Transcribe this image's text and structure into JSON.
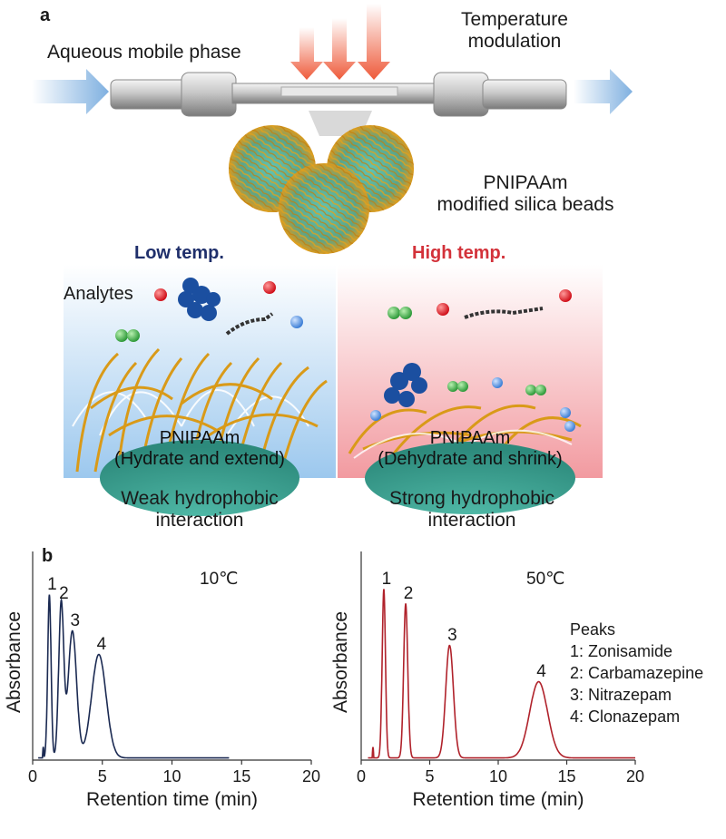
{
  "panel_a": {
    "letter": "a",
    "mobile_phase_label": "Aqueous mobile phase",
    "temperature_label_line1": "Temperature",
    "temperature_label_line2": "modulation",
    "beads_label_line1": "PNIPAAm",
    "beads_label_line2": "modified silica beads",
    "low_temp": {
      "title": "Low temp.",
      "title_color": "#1f2f6b",
      "analytes_label": "Analytes",
      "polymer_line1": "PNIPAAm",
      "polymer_line2": "(Hydrate and extend)",
      "caption_line1": "Weak hydrophobic",
      "caption_line2": "interaction"
    },
    "high_temp": {
      "title": "High temp.",
      "title_color": "#d3323a",
      "polymer_line1": "PNIPAAm",
      "polymer_line2": "(Dehydrate and shrink)",
      "caption_line1": "Strong hydrophobic",
      "caption_line2": "interaction"
    }
  },
  "panel_b": {
    "letter": "b",
    "legend_title": "Peaks",
    "legend_items": [
      "1: Zonisamide",
      "2: Carbamazepine",
      "3: Nitrazepam",
      "4: Clonazepam"
    ]
  },
  "chart_data": [
    {
      "type": "line",
      "title": "10℃",
      "xlabel": "Retention time (min)",
      "ylabel": "Absorbance",
      "xlim": [
        0,
        20
      ],
      "xticks": [
        0,
        5,
        10,
        15,
        20
      ],
      "color": "#1b2a52",
      "trace_end": 14.1,
      "injection": 0.7,
      "peaks": [
        {
          "label": "1",
          "x": 1.2,
          "height": 0.9,
          "width": 0.12
        },
        {
          "label": "2",
          "x": 2.05,
          "height": 0.85,
          "width": 0.18
        },
        {
          "label": "3",
          "x": 2.85,
          "height": 0.7,
          "width": 0.3
        },
        {
          "label": "4",
          "x": 4.75,
          "height": 0.57,
          "width": 0.52
        }
      ]
    },
    {
      "type": "line",
      "title": "50℃",
      "xlabel": "Retention time (min)",
      "ylabel": "Absorbance",
      "xlim": [
        0,
        20
      ],
      "xticks": [
        0,
        5,
        10,
        15,
        20
      ],
      "color": "#b0222b",
      "trace_end": 20,
      "injection": 0.8,
      "peaks": [
        {
          "label": "1",
          "x": 1.65,
          "height": 0.93,
          "width": 0.12
        },
        {
          "label": "2",
          "x": 3.25,
          "height": 0.85,
          "width": 0.15
        },
        {
          "label": "3",
          "x": 6.45,
          "height": 0.62,
          "width": 0.28
        },
        {
          "label": "4",
          "x": 12.95,
          "height": 0.42,
          "width": 0.65
        }
      ]
    }
  ]
}
